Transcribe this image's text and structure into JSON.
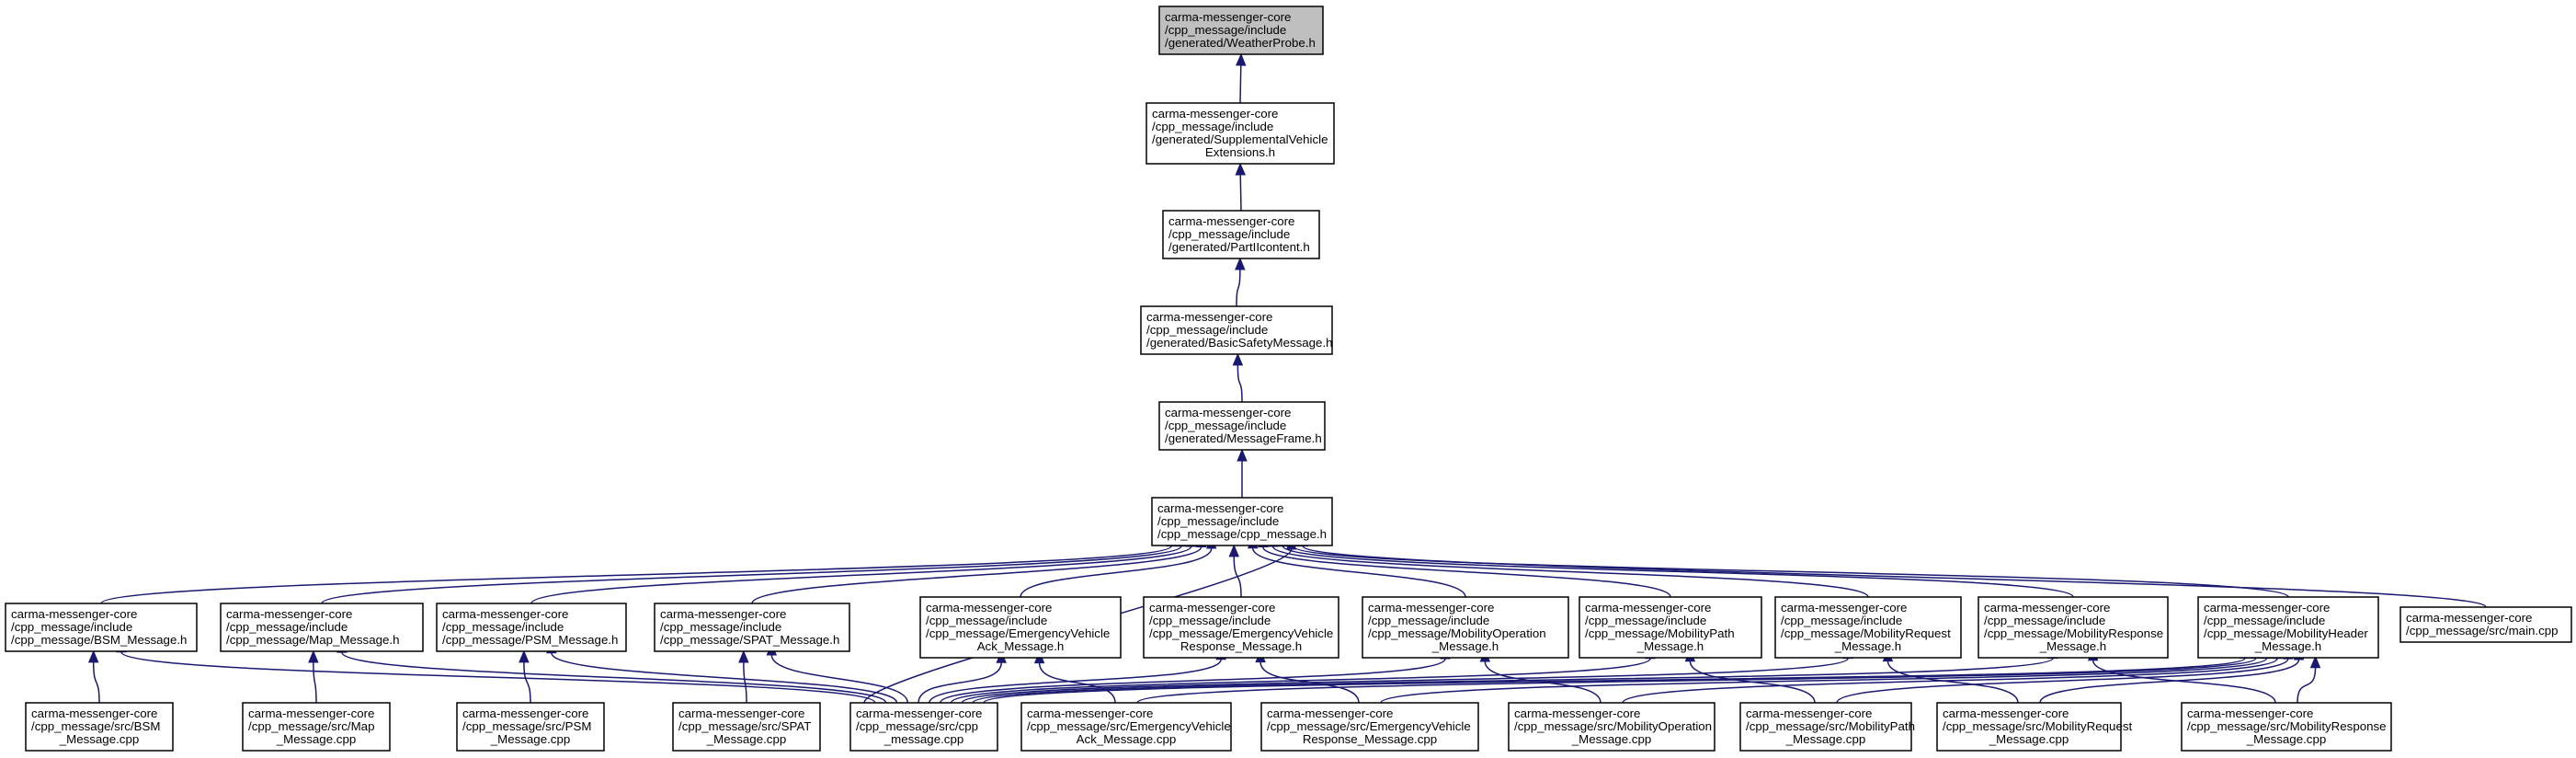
{
  "nodes": [
    {
      "id": "weather",
      "lines": [
        "carma-messenger-core",
        "/cpp_message/include",
        "/generated/WeatherProbe.h"
      ],
      "highlight": true
    },
    {
      "id": "supplemental",
      "lines": [
        "carma-messenger-core",
        "/cpp_message/include",
        "/generated/SupplementalVehicle",
        "Extensions.h"
      ]
    },
    {
      "id": "partii",
      "lines": [
        "carma-messenger-core",
        "/cpp_message/include",
        "/generated/PartIIcontent.h"
      ]
    },
    {
      "id": "bsm_gen",
      "lines": [
        "carma-messenger-core",
        "/cpp_message/include",
        "/generated/BasicSafetyMessage.h"
      ]
    },
    {
      "id": "msgframe",
      "lines": [
        "carma-messenger-core",
        "/cpp_message/include",
        "/generated/MessageFrame.h"
      ]
    },
    {
      "id": "cpp_message_h",
      "lines": [
        "carma-messenger-core",
        "/cpp_message/include",
        "/cpp_message/cpp_message.h"
      ]
    },
    {
      "id": "bsm_h",
      "lines": [
        "carma-messenger-core",
        "/cpp_message/include",
        "/cpp_message/BSM_Message.h"
      ]
    },
    {
      "id": "map_h",
      "lines": [
        "carma-messenger-core",
        "/cpp_message/include",
        "/cpp_message/Map_Message.h"
      ]
    },
    {
      "id": "psm_h",
      "lines": [
        "carma-messenger-core",
        "/cpp_message/include",
        "/cpp_message/PSM_Message.h"
      ]
    },
    {
      "id": "spat_h",
      "lines": [
        "carma-messenger-core",
        "/cpp_message/include",
        "/cpp_message/SPAT_Message.h"
      ]
    },
    {
      "id": "eva_h",
      "lines": [
        "carma-messenger-core",
        "/cpp_message/include",
        "/cpp_message/EmergencyVehicle",
        "Ack_Message.h"
      ]
    },
    {
      "id": "evr_h",
      "lines": [
        "carma-messenger-core",
        "/cpp_message/include",
        "/cpp_message/EmergencyVehicle",
        "Response_Message.h"
      ]
    },
    {
      "id": "mop_h",
      "lines": [
        "carma-messenger-core",
        "/cpp_message/include",
        "/cpp_message/MobilityOperation",
        "_Message.h"
      ]
    },
    {
      "id": "mpath_h",
      "lines": [
        "carma-messenger-core",
        "/cpp_message/include",
        "/cpp_message/MobilityPath",
        "_Message.h"
      ]
    },
    {
      "id": "mreq_h",
      "lines": [
        "carma-messenger-core",
        "/cpp_message/include",
        "/cpp_message/MobilityRequest",
        "_Message.h"
      ]
    },
    {
      "id": "mresp_h",
      "lines": [
        "carma-messenger-core",
        "/cpp_message/include",
        "/cpp_message/MobilityResponse",
        "_Message.h"
      ]
    },
    {
      "id": "mhead_h",
      "lines": [
        "carma-messenger-core",
        "/cpp_message/include",
        "/cpp_message/MobilityHeader",
        "_Message.h"
      ]
    },
    {
      "id": "main_cpp",
      "lines": [
        "carma-messenger-core",
        "/cpp_message/src/main.cpp"
      ]
    },
    {
      "id": "bsm_cpp",
      "lines": [
        "carma-messenger-core",
        "/cpp_message/src/BSM",
        "_Message.cpp"
      ]
    },
    {
      "id": "map_cpp",
      "lines": [
        "carma-messenger-core",
        "/cpp_message/src/Map",
        "_Message.cpp"
      ]
    },
    {
      "id": "psm_cpp",
      "lines": [
        "carma-messenger-core",
        "/cpp_message/src/PSM",
        "_Message.cpp"
      ]
    },
    {
      "id": "spat_cpp",
      "lines": [
        "carma-messenger-core",
        "/cpp_message/src/SPAT",
        "_Message.cpp"
      ]
    },
    {
      "id": "cpp_message_cpp",
      "lines": [
        "carma-messenger-core",
        "/cpp_message/src/cpp",
        "_message.cpp"
      ]
    },
    {
      "id": "eva_cpp",
      "lines": [
        "carma-messenger-core",
        "/cpp_message/src/EmergencyVehicle",
        "Ack_Message.cpp"
      ]
    },
    {
      "id": "evr_cpp",
      "lines": [
        "carma-messenger-core",
        "/cpp_message/src/EmergencyVehicle",
        "Response_Message.cpp"
      ]
    },
    {
      "id": "mop_cpp",
      "lines": [
        "carma-messenger-core",
        "/cpp_message/src/MobilityOperation",
        "_Message.cpp"
      ]
    },
    {
      "id": "mpath_cpp",
      "lines": [
        "carma-messenger-core",
        "/cpp_message/src/MobilityPath",
        "_Message.cpp"
      ]
    },
    {
      "id": "mreq_cpp",
      "lines": [
        "carma-messenger-core",
        "/cpp_message/src/MobilityRequest",
        "_Message.cpp"
      ]
    },
    {
      "id": "mresp_cpp",
      "lines": [
        "carma-messenger-core",
        "/cpp_message/src/MobilityResponse",
        "_Message.cpp"
      ]
    }
  ],
  "edges": [
    [
      "weather",
      "supplemental"
    ],
    [
      "supplemental",
      "partii"
    ],
    [
      "partii",
      "bsm_gen"
    ],
    [
      "bsm_gen",
      "msgframe"
    ],
    [
      "msgframe",
      "cpp_message_h"
    ],
    [
      "cpp_message_h",
      "bsm_h"
    ],
    [
      "cpp_message_h",
      "map_h"
    ],
    [
      "cpp_message_h",
      "psm_h"
    ],
    [
      "cpp_message_h",
      "spat_h"
    ],
    [
      "cpp_message_h",
      "eva_h"
    ],
    [
      "cpp_message_h",
      "evr_h"
    ],
    [
      "cpp_message_h",
      "mop_h"
    ],
    [
      "cpp_message_h",
      "mpath_h"
    ],
    [
      "cpp_message_h",
      "mreq_h"
    ],
    [
      "cpp_message_h",
      "mresp_h"
    ],
    [
      "cpp_message_h",
      "mhead_h"
    ],
    [
      "cpp_message_h",
      "main_cpp"
    ],
    [
      "cpp_message_h",
      "cpp_message_cpp"
    ],
    [
      "bsm_h",
      "bsm_cpp"
    ],
    [
      "bsm_h",
      "cpp_message_cpp"
    ],
    [
      "map_h",
      "map_cpp"
    ],
    [
      "map_h",
      "cpp_message_cpp"
    ],
    [
      "psm_h",
      "psm_cpp"
    ],
    [
      "psm_h",
      "cpp_message_cpp"
    ],
    [
      "spat_h",
      "spat_cpp"
    ],
    [
      "spat_h",
      "cpp_message_cpp"
    ],
    [
      "eva_h",
      "cpp_message_cpp"
    ],
    [
      "eva_h",
      "eva_cpp"
    ],
    [
      "evr_h",
      "cpp_message_cpp"
    ],
    [
      "evr_h",
      "evr_cpp"
    ],
    [
      "mop_h",
      "cpp_message_cpp"
    ],
    [
      "mop_h",
      "mop_cpp"
    ],
    [
      "mpath_h",
      "cpp_message_cpp"
    ],
    [
      "mpath_h",
      "mpath_cpp"
    ],
    [
      "mreq_h",
      "cpp_message_cpp"
    ],
    [
      "mreq_h",
      "mreq_cpp"
    ],
    [
      "mresp_h",
      "cpp_message_cpp"
    ],
    [
      "mresp_h",
      "mresp_cpp"
    ],
    [
      "mhead_h",
      "cpp_message_cpp"
    ],
    [
      "mhead_h",
      "eva_cpp"
    ],
    [
      "mhead_h",
      "evr_cpp"
    ],
    [
      "mhead_h",
      "mop_cpp"
    ],
    [
      "mhead_h",
      "mpath_cpp"
    ],
    [
      "mhead_h",
      "mreq_cpp"
    ],
    [
      "mhead_h",
      "mresp_cpp"
    ]
  ],
  "colors": {
    "edge": "#191970",
    "node_border": "#000000",
    "node_fill": "#ffffff",
    "highlight_fill": "#bfbfbf"
  }
}
